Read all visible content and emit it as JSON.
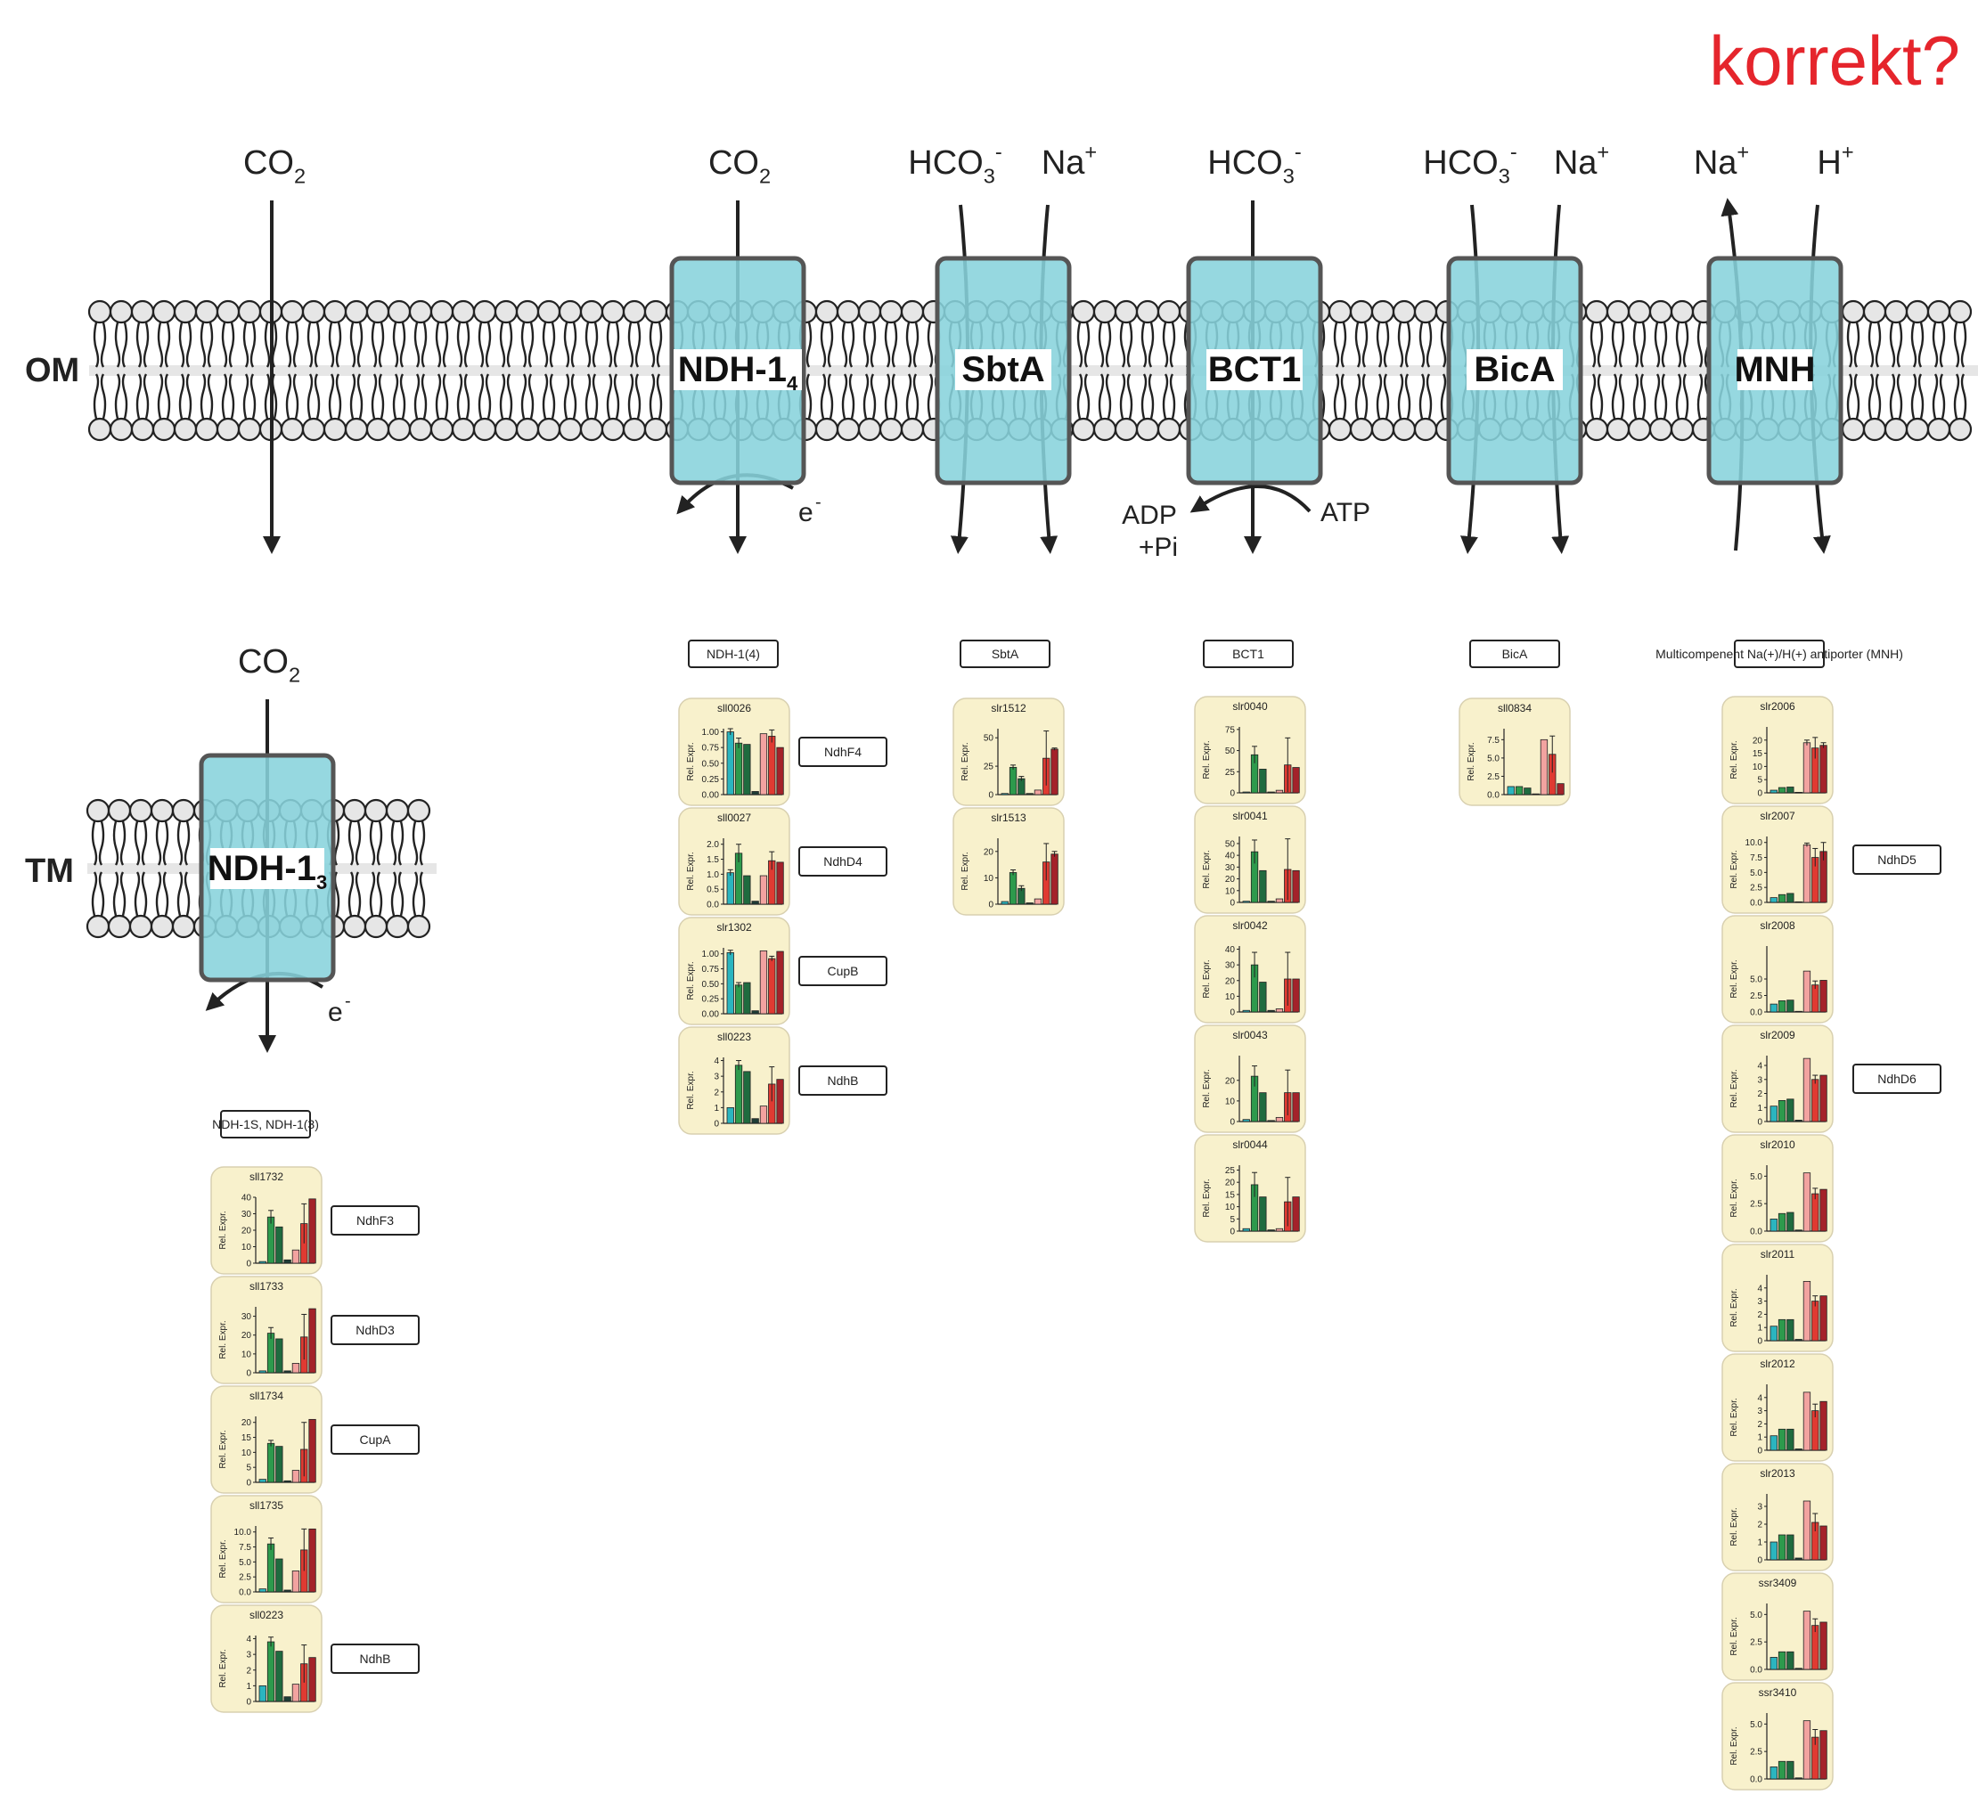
{
  "corner_note": "korrekt?",
  "membranes": {
    "om": "OM",
    "tm": "TM"
  },
  "colors": {
    "transporter": "#87d3dc",
    "transporter_stroke": "#555555",
    "panel_bg": "#f8f1cc",
    "panel_stroke": "#d8d0b0",
    "bar_colors": [
      "#2bb5bf",
      "#2d9a4c",
      "#1f6b3f",
      "#1e3d36",
      "#f2a3a0",
      "#e03a32",
      "#a4222a"
    ],
    "title_red": "#e5252c"
  },
  "icons": [
    "phospholipid-bilayer-icon",
    "arrow-down-icon",
    "curved-arrow-icon"
  ],
  "transporters": [
    {
      "id": "ndh14",
      "label": "NDH-1",
      "sub": "4",
      "substrates": [
        {
          "t": "CO",
          "sub": "2"
        }
      ],
      "cofactor_left": "e",
      "cofactor_left_sup": "-",
      "cofactor_right": ""
    },
    {
      "id": "sbta",
      "label": "SbtA",
      "sub": "",
      "substrates": [
        {
          "t": "HCO",
          "sub": "3",
          "sup": "-"
        },
        {
          "t": "Na",
          "sup": "+"
        }
      ]
    },
    {
      "id": "bct1",
      "label": "BCT1",
      "sub": "",
      "substrates": [
        {
          "t": "HCO",
          "sub": "3",
          "sup": "-"
        }
      ],
      "cofactor_left": "ADP",
      "cofactor_left2": "+Pi",
      "cofactor_right": "ATP"
    },
    {
      "id": "bica",
      "label": "BicA",
      "sub": "",
      "substrates": [
        {
          "t": "HCO",
          "sub": "3",
          "sup": "-"
        },
        {
          "t": "Na",
          "sup": "+"
        }
      ]
    },
    {
      "id": "mnh",
      "label": "MNH",
      "sub": "",
      "substrates": [
        {
          "t": "Na",
          "sup": "+"
        },
        {
          "t": "H",
          "sup": "+"
        }
      ]
    }
  ],
  "om_free_co2": {
    "t": "CO",
    "sub": "2"
  },
  "tm_transporter": {
    "label": "NDH-1",
    "sub": "3",
    "substrate": {
      "t": "CO",
      "sub": "2"
    },
    "electron": "e",
    "electron_sup": "-"
  },
  "group_titles": {
    "ndh13": "NDH-1S, NDH-1(3)",
    "ndh14": "NDH-1(4)",
    "sbta": "SbtA",
    "bct1": "BCT1",
    "bica": "BicA",
    "mnh": "Multicompenent Na(+)/H(+) antiporter (MNH)"
  },
  "y_axis_label": "Rel. Expr.",
  "chart_data": [
    {
      "type": "bar",
      "group": "ndh13",
      "gene": "sll1732",
      "tag": "NdhF3",
      "ylim": [
        0,
        40
      ],
      "yticks": [
        "0",
        "10",
        "20",
        "30",
        "40"
      ],
      "values": [
        1,
        28,
        22,
        2,
        8,
        24,
        39
      ],
      "errors": [
        0,
        4,
        0,
        0,
        0,
        12,
        0
      ]
    },
    {
      "type": "bar",
      "group": "ndh13",
      "gene": "sll1733",
      "tag": "NdhD3",
      "ylim": [
        0,
        35
      ],
      "yticks": [
        "0",
        "10",
        "20",
        "30"
      ],
      "values": [
        1,
        21,
        18,
        1,
        5,
        19,
        34
      ],
      "errors": [
        0,
        3,
        0,
        0,
        0,
        12,
        0
      ]
    },
    {
      "type": "bar",
      "group": "ndh13",
      "gene": "sll1734",
      "tag": "CupA",
      "ylim": [
        0,
        22
      ],
      "yticks": [
        "0",
        "5",
        "10",
        "15",
        "20"
      ],
      "values": [
        1,
        13,
        12,
        0.5,
        4,
        11,
        21
      ],
      "errors": [
        0,
        1,
        0,
        0,
        0,
        9,
        0
      ]
    },
    {
      "type": "bar",
      "group": "ndh13",
      "gene": "sll1735",
      "tag": "",
      "ylim": [
        0,
        11
      ],
      "yticks": [
        "0.0",
        "2.5",
        "5.0",
        "7.5",
        "10.0"
      ],
      "values": [
        0.5,
        8,
        5.5,
        0.3,
        3.5,
        7,
        10.5
      ],
      "errors": [
        0,
        1,
        0,
        0,
        0,
        3.5,
        0
      ]
    },
    {
      "type": "bar",
      "group": "ndh13",
      "gene": "sll0223",
      "tag": "NdhB",
      "ylim": [
        0,
        4.2
      ],
      "yticks": [
        "0",
        "1",
        "2",
        "3",
        "4"
      ],
      "values": [
        1,
        3.8,
        3.2,
        0.3,
        1.1,
        2.4,
        2.8
      ],
      "errors": [
        0,
        0.3,
        0,
        0,
        0,
        1.2,
        0
      ]
    },
    {
      "type": "bar",
      "group": "ndh14",
      "gene": "sll0026",
      "tag": "NdhF4",
      "ylim": [
        0,
        1.05
      ],
      "yticks": [
        "0.00",
        "0.25",
        "0.50",
        "0.75",
        "1.00"
      ],
      "values": [
        1.0,
        0.82,
        0.8,
        0.05,
        0.97,
        0.93,
        0.75
      ],
      "errors": [
        0.05,
        0.08,
        0,
        0,
        0,
        0.1,
        0
      ]
    },
    {
      "type": "bar",
      "group": "ndh14",
      "gene": "sll0027",
      "tag": "NdhD4",
      "ylim": [
        0,
        2.2
      ],
      "yticks": [
        "0.0",
        "0.5",
        "1.0",
        "1.5",
        "2.0"
      ],
      "values": [
        1.05,
        1.7,
        0.95,
        0.1,
        0.95,
        1.45,
        1.4
      ],
      "errors": [
        0.1,
        0.3,
        0,
        0,
        0,
        0.3,
        0
      ]
    },
    {
      "type": "bar",
      "group": "ndh14",
      "gene": "slr1302",
      "tag": "CupB",
      "ylim": [
        0,
        1.1
      ],
      "yticks": [
        "0.00",
        "0.25",
        "0.50",
        "0.75",
        "1.00"
      ],
      "values": [
        1.02,
        0.48,
        0.52,
        0.05,
        1.05,
        0.92,
        1.04
      ],
      "errors": [
        0.04,
        0.04,
        0,
        0,
        0,
        0.04,
        0
      ]
    },
    {
      "type": "bar",
      "group": "ndh14",
      "gene": "sll0223",
      "tag": "NdhB",
      "ylim": [
        0,
        4.2
      ],
      "yticks": [
        "0",
        "1",
        "2",
        "3",
        "4"
      ],
      "values": [
        1,
        3.7,
        3.3,
        0.3,
        1.1,
        2.5,
        2.8
      ],
      "errors": [
        0,
        0.3,
        0,
        0,
        0,
        1.1,
        0
      ]
    },
    {
      "type": "bar",
      "group": "sbta",
      "gene": "slr1512",
      "tag": "",
      "ylim": [
        0,
        58
      ],
      "yticks": [
        "0",
        "25",
        "50"
      ],
      "values": [
        1,
        24,
        14,
        1,
        4,
        32,
        40
      ],
      "errors": [
        0,
        2,
        2,
        0,
        0,
        24,
        1
      ]
    },
    {
      "type": "bar",
      "group": "sbta",
      "gene": "slr1513",
      "tag": "",
      "ylim": [
        0,
        25
      ],
      "yticks": [
        "0",
        "10",
        "20"
      ],
      "values": [
        1,
        12,
        6,
        0.5,
        2,
        16,
        19
      ],
      "errors": [
        0,
        1,
        1,
        0,
        0,
        7,
        1
      ]
    },
    {
      "type": "bar",
      "group": "bct1",
      "gene": "slr0040",
      "tag": "",
      "ylim": [
        0,
        78
      ],
      "yticks": [
        "0",
        "25",
        "50",
        "75"
      ],
      "values": [
        1,
        45,
        28,
        1,
        3,
        33,
        30
      ],
      "errors": [
        0,
        10,
        0,
        0,
        0,
        32,
        0
      ]
    },
    {
      "type": "bar",
      "group": "bct1",
      "gene": "slr0041",
      "tag": "",
      "ylim": [
        0,
        56
      ],
      "yticks": [
        "0",
        "10",
        "20",
        "30",
        "40",
        "50"
      ],
      "values": [
        1,
        43,
        27,
        1,
        3,
        28,
        27
      ],
      "errors": [
        0,
        10,
        0,
        0,
        0,
        26,
        0
      ]
    },
    {
      "type": "bar",
      "group": "bct1",
      "gene": "slr0042",
      "tag": "",
      "ylim": [
        0,
        42
      ],
      "yticks": [
        "0",
        "10",
        "20",
        "30",
        "40"
      ],
      "values": [
        1,
        30,
        19,
        1,
        2,
        21,
        21
      ],
      "errors": [
        0,
        8,
        0,
        0,
        0,
        17,
        0
      ]
    },
    {
      "type": "bar",
      "group": "bct1",
      "gene": "slr0043",
      "tag": "",
      "ylim": [
        0,
        32
      ],
      "yticks": [
        "0",
        "10",
        "20"
      ],
      "values": [
        1,
        22,
        14,
        0.5,
        2,
        14,
        14
      ],
      "errors": [
        0,
        5,
        0,
        0,
        0,
        11,
        0
      ]
    },
    {
      "type": "bar",
      "group": "bct1",
      "gene": "slr0044",
      "tag": "",
      "ylim": [
        0,
        27
      ],
      "yticks": [
        "0",
        "5",
        "10",
        "15",
        "20",
        "25"
      ],
      "values": [
        1,
        19,
        14,
        0.5,
        1,
        12,
        14
      ],
      "errors": [
        0,
        5,
        0,
        0,
        0,
        10,
        0
      ]
    },
    {
      "type": "bar",
      "group": "bica",
      "gene": "sll0834",
      "tag": "",
      "ylim": [
        0,
        9
      ],
      "yticks": [
        "0.0",
        "2.5",
        "5.0",
        "7.5"
      ],
      "values": [
        1.1,
        1.1,
        0.9,
        0.1,
        7.5,
        5.5,
        1.5
      ],
      "errors": [
        0,
        0,
        0,
        0,
        0,
        2.5,
        0
      ]
    },
    {
      "type": "bar",
      "group": "mnh",
      "gene": "slr2006",
      "tag": "",
      "ylim": [
        0,
        25
      ],
      "yticks": [
        "0",
        "5",
        "10",
        "15",
        "20"
      ],
      "values": [
        1,
        2,
        2.2,
        0.2,
        19,
        17,
        18
      ],
      "errors": [
        0,
        0,
        0,
        0,
        1,
        4,
        1
      ]
    },
    {
      "type": "bar",
      "group": "mnh",
      "gene": "slr2007",
      "tag": "NdhD5",
      "ylim": [
        0,
        11
      ],
      "yticks": [
        "0.0",
        "2.5",
        "5.0",
        "7.5",
        "10.0"
      ],
      "values": [
        0.8,
        1.3,
        1.5,
        0.1,
        9.6,
        7.5,
        8.5
      ],
      "errors": [
        0,
        0,
        0,
        0,
        0.3,
        1.5,
        1.5
      ]
    },
    {
      "type": "bar",
      "group": "mnh",
      "gene": "slr2008",
      "tag": "",
      "ylim": [
        0,
        10
      ],
      "yticks": [
        "0.0",
        "2.5",
        "5.0"
      ],
      "values": [
        1.2,
        1.7,
        1.8,
        0.1,
        6.2,
        4.1,
        4.8
      ],
      "errors": [
        0,
        0,
        0,
        0,
        0,
        0.6,
        0
      ]
    },
    {
      "type": "bar",
      "group": "mnh",
      "gene": "slr2009",
      "tag": "NdhD6",
      "ylim": [
        0,
        4.7
      ],
      "yticks": [
        "0",
        "1",
        "2",
        "3",
        "4"
      ],
      "values": [
        1.1,
        1.5,
        1.6,
        0.1,
        4.5,
        3.0,
        3.3
      ],
      "errors": [
        0,
        0,
        0,
        0,
        0,
        0.3,
        0
      ]
    },
    {
      "type": "bar",
      "group": "mnh",
      "gene": "slr2010",
      "tag": "",
      "ylim": [
        0,
        6
      ],
      "yticks": [
        "0.0",
        "2.5",
        "5.0"
      ],
      "values": [
        1.1,
        1.6,
        1.7,
        0.1,
        5.3,
        3.4,
        3.8
      ],
      "errors": [
        0,
        0,
        0,
        0,
        0,
        0.5,
        0
      ]
    },
    {
      "type": "bar",
      "group": "mnh",
      "gene": "slr2011",
      "tag": "",
      "ylim": [
        0,
        5
      ],
      "yticks": [
        "0",
        "1",
        "2",
        "3",
        "4"
      ],
      "values": [
        1.1,
        1.6,
        1.6,
        0.1,
        4.5,
        3.0,
        3.4
      ],
      "errors": [
        0,
        0,
        0,
        0,
        0,
        0.4,
        0
      ]
    },
    {
      "type": "bar",
      "group": "mnh",
      "gene": "slr2012",
      "tag": "",
      "ylim": [
        0,
        5
      ],
      "yticks": [
        "0",
        "1",
        "2",
        "3",
        "4"
      ],
      "values": [
        1.1,
        1.6,
        1.6,
        0.1,
        4.4,
        3.0,
        3.7
      ],
      "errors": [
        0,
        0,
        0,
        0,
        0,
        0.5,
        0
      ]
    },
    {
      "type": "bar",
      "group": "mnh",
      "gene": "slr2013",
      "tag": "",
      "ylim": [
        0,
        3.7
      ],
      "yticks": [
        "0",
        "1",
        "2",
        "3"
      ],
      "values": [
        1.0,
        1.4,
        1.4,
        0.1,
        3.3,
        2.1,
        1.9
      ],
      "errors": [
        0,
        0,
        0,
        0,
        0,
        0.5,
        0
      ]
    },
    {
      "type": "bar",
      "group": "mnh",
      "gene": "ssr3409",
      "tag": "",
      "ylim": [
        0,
        6
      ],
      "yticks": [
        "0.0",
        "2.5",
        "5.0"
      ],
      "values": [
        1.1,
        1.6,
        1.6,
        0.1,
        5.3,
        4.0,
        4.3
      ],
      "errors": [
        0,
        0,
        0,
        0,
        0,
        0.6,
        0
      ]
    },
    {
      "type": "bar",
      "group": "mnh",
      "gene": "ssr3410",
      "tag": "",
      "ylim": [
        0,
        6
      ],
      "yticks": [
        "0.0",
        "2.5",
        "5.0"
      ],
      "values": [
        1.1,
        1.6,
        1.6,
        0.1,
        5.3,
        3.8,
        4.4
      ],
      "errors": [
        0,
        0,
        0,
        0,
        0,
        0.7,
        0
      ]
    }
  ]
}
